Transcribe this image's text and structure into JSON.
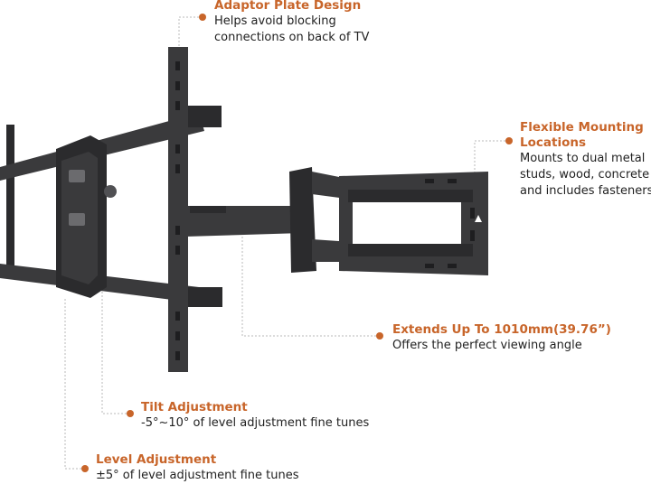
{
  "callouts": {
    "adaptor": {
      "title": "Adaptor Plate Design",
      "desc": [
        "Helps avoid blocking",
        "connections on back of TV"
      ]
    },
    "flexible": {
      "title": [
        "Flexible Mounting",
        "Locations"
      ],
      "desc": [
        "Mounts to dual metal",
        "studs, wood, concrete",
        "and includes fasteners"
      ]
    },
    "extends": {
      "title": "Extends Up To 1010mm(39.76”)",
      "desc": "Offers the perfect viewing angle"
    },
    "tilt": {
      "title": "Tilt Adjustment",
      "desc": "-5°~10° of level adjustment fine tunes"
    },
    "level": {
      "title": "Level Adjustment",
      "desc": "±5° of level adjustment fine tunes"
    }
  },
  "colors": {
    "accent": "#c8652a",
    "text": "#1f1f1f",
    "metal": "#3a3a3c"
  }
}
